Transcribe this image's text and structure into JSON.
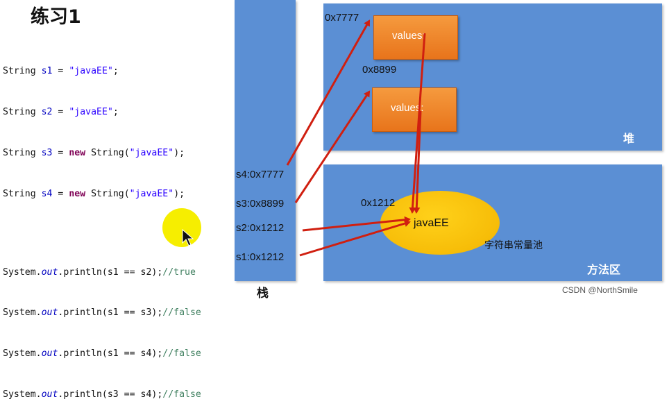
{
  "title": "练习1",
  "code": {
    "decl": [
      {
        "type": "String",
        "var": "s1",
        "eq": " = ",
        "str": "\"javaEE\"",
        "end": ";"
      },
      {
        "type": "String",
        "var": "s2",
        "eq": " = ",
        "str": "\"javaEE\"",
        "end": ";"
      },
      {
        "type": "String",
        "var": "s3",
        "eq": " = ",
        "kw": "new",
        "ctor": " String(",
        "str": "\"javaEE\"",
        "end": ");"
      },
      {
        "type": "String",
        "var": "s4",
        "eq": " = ",
        "kw": "new",
        "ctor": " String(",
        "str": "\"javaEE\"",
        "end": ");"
      }
    ],
    "prints": [
      {
        "pre": "System.",
        "fld": "out",
        "call": ".println(s1 == s2);",
        "cmt": "//true"
      },
      {
        "pre": "System.",
        "fld": "out",
        "call": ".println(s1 == s3);",
        "cmt": "//false"
      },
      {
        "pre": "System.",
        "fld": "out",
        "call": ".println(s1 == s4);",
        "cmt": "//false"
      },
      {
        "pre": "System.",
        "fld": "out",
        "call": ".println(s3 == s4);",
        "cmt": "//false"
      }
    ]
  },
  "diagram": {
    "stack_label": "栈",
    "heap_label": "堆",
    "method_area_label": "方法区",
    "stack_refs": [
      "s4:0x7777",
      "s3:0x8899",
      "s2:0x1212",
      "s1:0x1212"
    ],
    "heap_objects": [
      {
        "address": "0x7777",
        "label": "values:"
      },
      {
        "address": "0x8899",
        "label": "values:"
      }
    ],
    "pool": {
      "address": "0x1212",
      "value": "javaEE",
      "name": "字符串常量池"
    },
    "arrow_color": "#d01f10",
    "stack_color": "#5b8fd4",
    "object_color": "#f0862a",
    "pool_color": "#ffc800",
    "cursor_color": "#f6ee00"
  },
  "watermark": "CSDN @NorthSmile"
}
